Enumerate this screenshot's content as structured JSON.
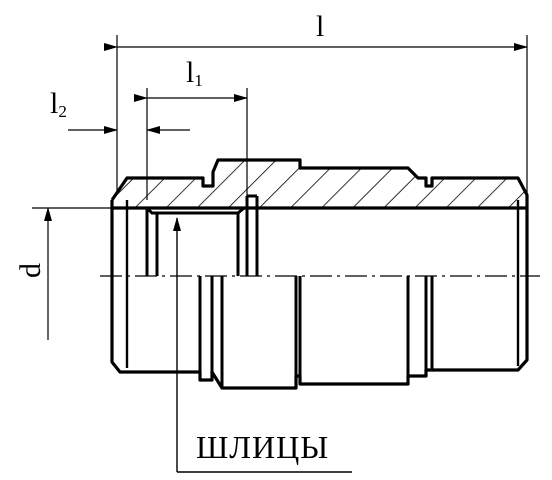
{
  "dimensions": {
    "overall_length": "l",
    "length_1": {
      "base": "l",
      "sub": "1"
    },
    "length_2": {
      "base": "l",
      "sub": "2"
    },
    "diameter": "d"
  },
  "callout": {
    "label": "ШЛИЦЫ"
  }
}
